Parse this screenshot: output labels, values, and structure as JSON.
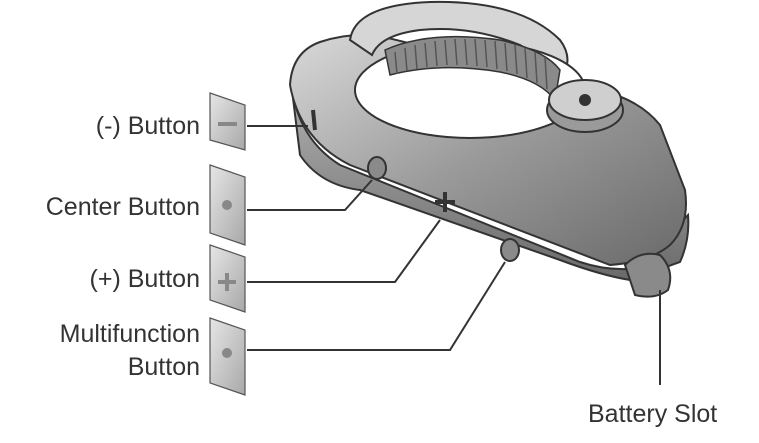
{
  "labels": {
    "minus_button": "(-) Button",
    "center_button": "Center Button",
    "plus_button": "(+) Button",
    "multifunction_line1": "Multifunction",
    "multifunction_line2": "Button",
    "battery_slot": "Battery Slot"
  },
  "icons": {
    "minus": "minus-icon",
    "center": "dot-icon",
    "plus": "plus-icon",
    "multifunction": "dot-icon"
  },
  "colors": {
    "body_dark": "#6e6e6e",
    "body_light": "#c8c8c8",
    "outline": "#333333",
    "text": "#333333"
  }
}
